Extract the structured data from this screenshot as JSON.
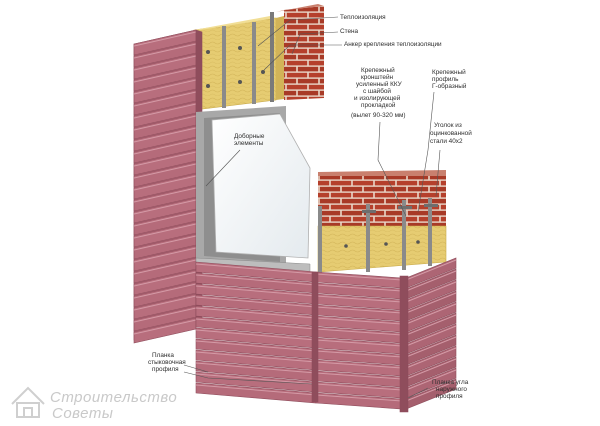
{
  "colors": {
    "siding": "#b86e7d",
    "siding_dark": "#8f4d5c",
    "siding_light": "#d49aa6",
    "brick": "#b5402c",
    "brick_dark": "#7e2a1c",
    "mortar": "#e9d7c8",
    "insulation": "#e6cc72",
    "insulation_dark": "#c9ab4c",
    "window_frame": "#9c9c9c",
    "window_glass": "#f2f5f7",
    "profile": "#8a8a8a",
    "leader": "#555555"
  },
  "labels": {
    "insulation": "Теплоизоляция",
    "wall": "Стена",
    "anchor": "Анкер крепления теплоизоляции",
    "bracket": [
      "Крепежный",
      "кронштейн",
      "усиленный ККУ",
      "с шайбой",
      "и изолирующей",
      "прокладкой",
      "(вылет 90-320 мм)"
    ],
    "profile": [
      "Крепежный",
      "профиль",
      "Г-образный"
    ],
    "angle": [
      "Уголок из",
      "оцинкованной",
      "стали 40х2"
    ],
    "extra": [
      "Доборные",
      "элементы"
    ],
    "joint": [
      "Планка",
      "стыковочная",
      "профиля"
    ],
    "corner": [
      "Планка угла",
      "наружного",
      "профиля"
    ]
  },
  "watermark": {
    "line1": "Строительство",
    "line2": "Советы",
    "icon": "house-logo-icon"
  }
}
